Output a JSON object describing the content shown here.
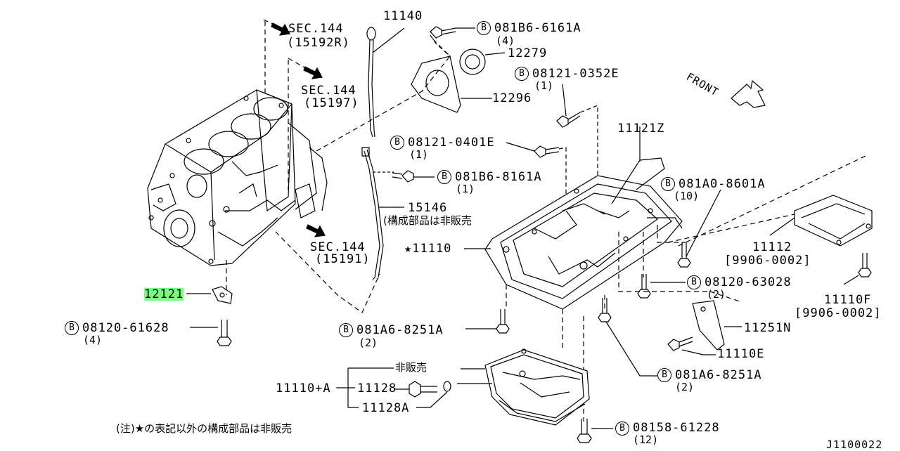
{
  "labels": {
    "sec1": "SEC.144",
    "sec1_sub": "(15192R)",
    "sec2": "SEC.144",
    "sec2_sub": "(15197)",
    "sec3": "SEC.144",
    "sec3_sub": "(15191)",
    "p11140": "11140",
    "p081B6_6161A": "081B6-6161A",
    "q4a": "(4)",
    "p12279": "12279",
    "p08121_0352E": "08121-0352E",
    "q1a": "(1)",
    "p12296": "12296",
    "p11121Z": "11121Z",
    "p08121_0401E": "08121-0401E",
    "q1b": "(1)",
    "p081B6_8161A": "081B6-8161A",
    "q1c": "(1)",
    "p081A0_8601A": "081A0-8601A",
    "q10": "(10)",
    "p15146": "15146",
    "p15146_note": "(構成部品は非販売",
    "p11110": "★11110",
    "p11112": "11112",
    "p11112_range": "[9906-0002]",
    "p12121": "12121",
    "p08120_63028": "08120-63028",
    "q2a": "(2)",
    "p11110F": "11110F",
    "p11110F_range": "[9906-0002]",
    "p08120_61628": "08120-61628",
    "q4b": "(4)",
    "p081A6_8251A_1": "081A6-8251A",
    "q2b": "(2)",
    "p11251N": "11251N",
    "p11110E": "11110E",
    "p081A6_8251A_2": "081A6-8251A",
    "q2c": "(2)",
    "hihanbai": "非販売",
    "p11110A": "11110+A",
    "p11128": "11128",
    "p11128A": "11128A",
    "p08158_61228": "08158-61228",
    "q12": "(12)",
    "footnote": "(注)★の表記以外の構成部品は非販売",
    "front": "FRONT",
    "drawing_no": "J1100022",
    "bolt_mark": "B"
  },
  "colors": {
    "highlight": "#7CFC7C",
    "ink": "#000000"
  }
}
